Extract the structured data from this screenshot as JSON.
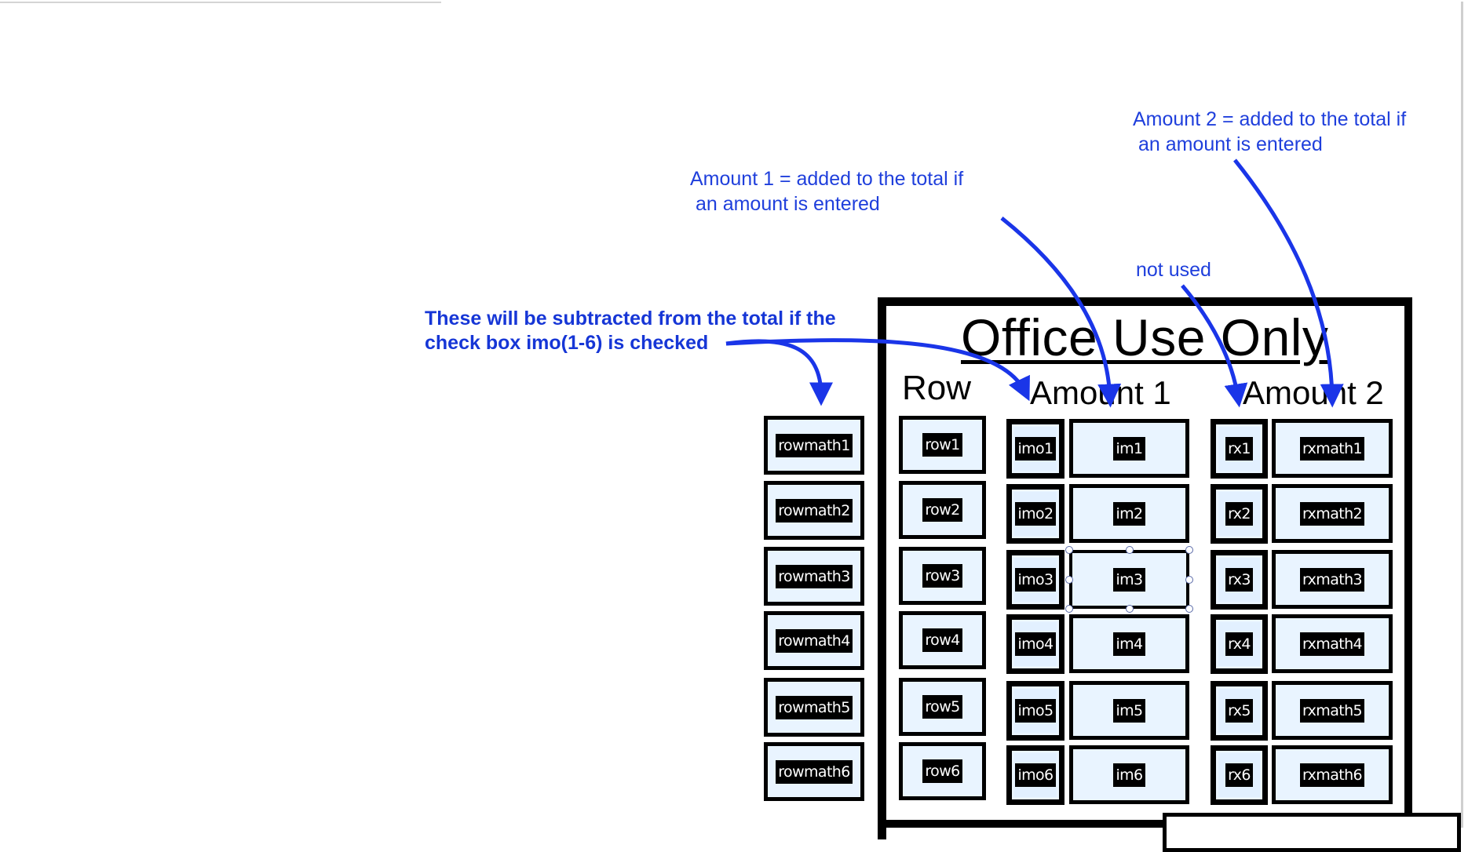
{
  "annotations": {
    "amount2_note": "Amount 2 = added to the total if\n an amount is entered",
    "amount1_note": "Amount 1 = added to the total if\n an amount is entered",
    "not_used_note": "not used",
    "subtract_note": "These will be subtracted from the total if the\ncheck box imo(1-6) is checked",
    "color": "#1f3fdc"
  },
  "form": {
    "title": "Office Use Only",
    "column_headers": {
      "row": "Row",
      "amount1": "Amount 1",
      "amount2": "Amount 2"
    },
    "rowmath_fields": [
      "rowmath1",
      "rowmath2",
      "rowmath3",
      "rowmath4",
      "rowmath5",
      "rowmath6"
    ],
    "row_fields": [
      "row1",
      "row2",
      "row3",
      "row4",
      "row5",
      "row6"
    ],
    "imo_fields": [
      "imo1",
      "imo2",
      "imo3",
      "imo4",
      "imo5",
      "imo6"
    ],
    "im_fields": [
      "im1",
      "im2",
      "im3",
      "im4",
      "im5",
      "im6"
    ],
    "rx_fields": [
      "rx1",
      "rx2",
      "rx3",
      "rx4",
      "rx5",
      "rx6"
    ],
    "rxmath_fields": [
      "rxmath1",
      "rxmath2",
      "rxmath3",
      "rxmath4",
      "rxmath5",
      "rxmath6"
    ],
    "selected_field": "im3",
    "field_fill_color": "#e9f4ff"
  }
}
